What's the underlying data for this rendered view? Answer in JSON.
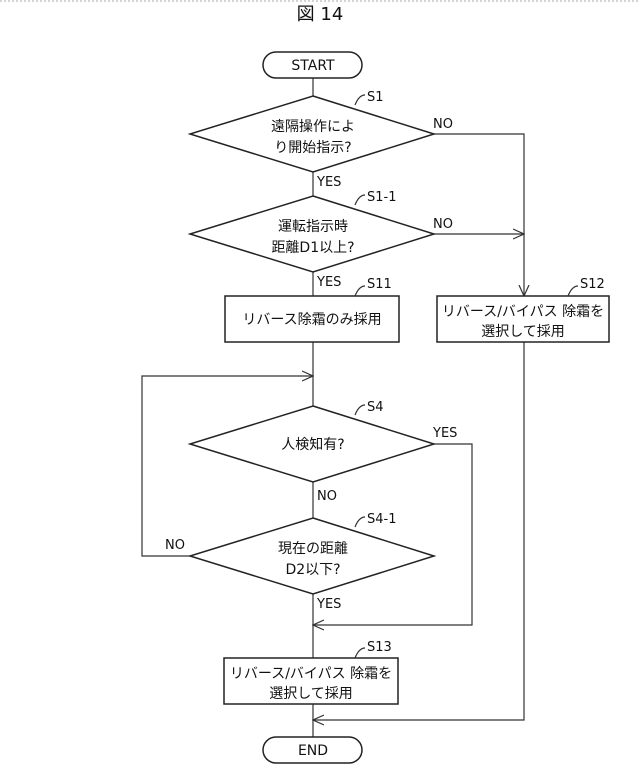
{
  "figure_title": "図 14",
  "nodes": {
    "start": "START",
    "end": "END",
    "s1": {
      "step": "S1",
      "line1": "遠隔操作によ",
      "line2": "り開始指示?"
    },
    "s1_1": {
      "step": "S1-1",
      "line1": "運転指示時",
      "line2": "距離D1以上?"
    },
    "s11": {
      "step": "S11",
      "text": "リバース除霜のみ採用"
    },
    "s12": {
      "step": "S12",
      "line1": "リバース/バイパス 除霜を",
      "line2": "選択して採用"
    },
    "s4": {
      "step": "S4",
      "text": "人検知有?"
    },
    "s4_1": {
      "step": "S4-1",
      "line1": "現在の距離",
      "line2": "D2以下?"
    },
    "s13": {
      "step": "S13",
      "line1": "リバース/バイパス 除霜を",
      "line2": "選択して採用"
    }
  },
  "branches": {
    "s1_no": "NO",
    "s1_yes": "YES",
    "s1_1_no": "NO",
    "s1_1_yes": "YES",
    "s4_yes": "YES",
    "s4_no": "NO",
    "s4_1_no": "NO",
    "s4_1_yes": "YES"
  }
}
